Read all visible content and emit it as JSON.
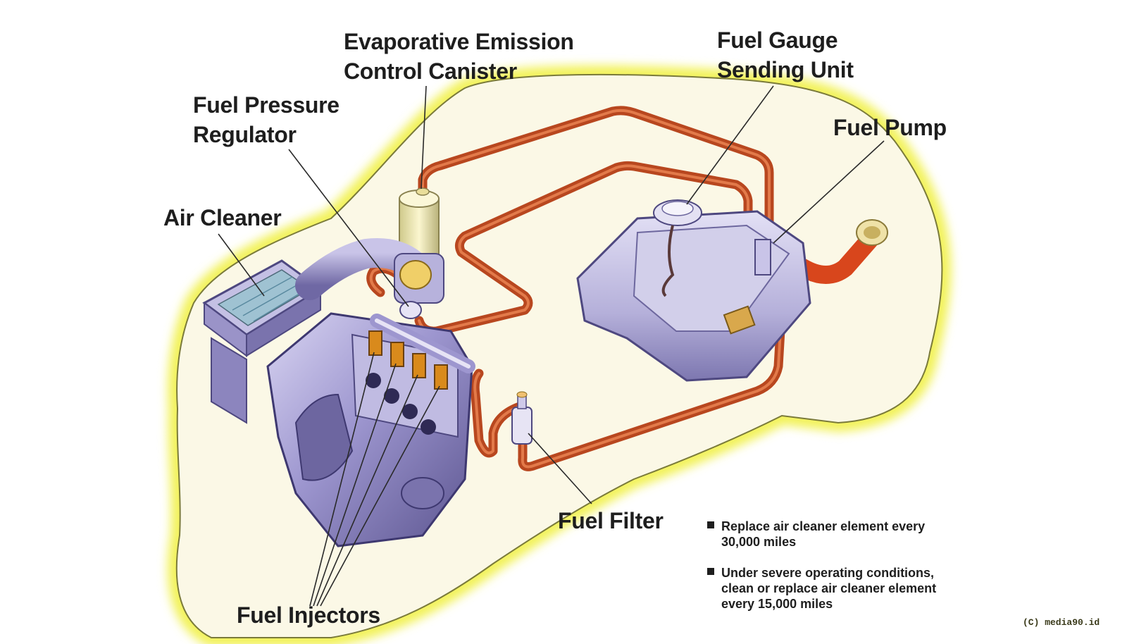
{
  "labels": {
    "evap_canister": [
      "Evaporative Emission",
      "Control Canister"
    ],
    "fuel_gauge": [
      "Fuel Gauge",
      "Sending Unit"
    ],
    "fuel_pressure": [
      "Fuel Pressure",
      "Regulator"
    ],
    "fuel_pump": "Fuel Pump",
    "air_cleaner": "Air Cleaner",
    "fuel_filter": "Fuel Filter",
    "fuel_injectors": "Fuel Injectors"
  },
  "notes": [
    [
      "Replace air cleaner element every",
      "30,000 miles"
    ],
    [
      "Under severe operating conditions,",
      "clean or replace air cleaner element",
      "every 15,000 miles"
    ]
  ],
  "watermark": "(C) media90.id",
  "colors": {
    "car_glow": "#f2f25a",
    "car_interior": "#fbf8e6",
    "fuel_line": "#b8471f",
    "fuel_line_highlight": "#e27a4a",
    "engine": "#8f88c4",
    "engine_dark": "#5b548f",
    "tank": "#b9b4dc",
    "canister": "#eee8b0",
    "injector": "#d98a1c",
    "leader_line": "#2a2a2a"
  }
}
